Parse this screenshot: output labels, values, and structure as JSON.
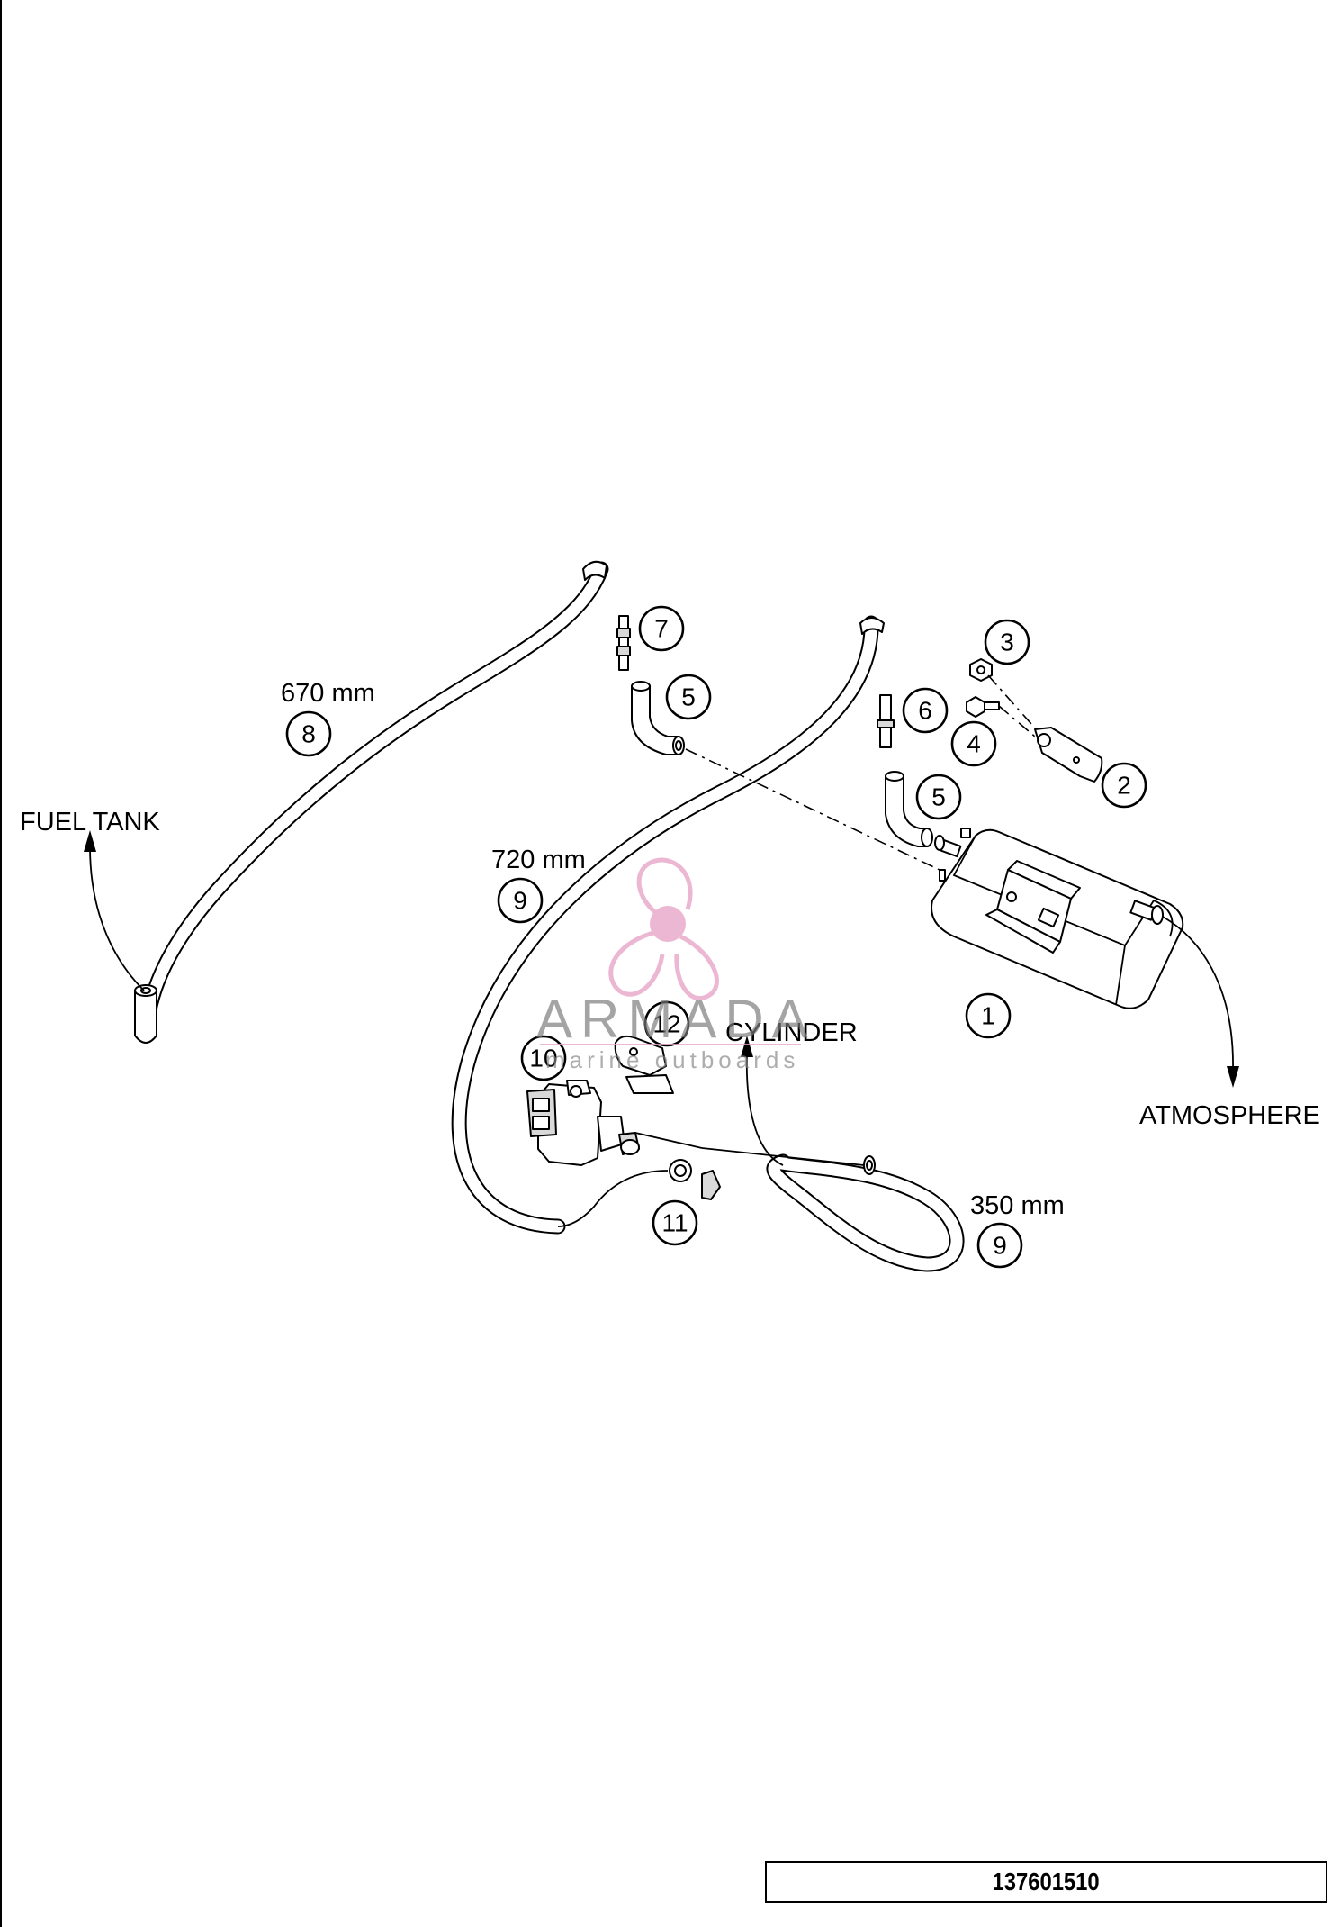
{
  "labels": {
    "fuel_tank": "FUEL TANK",
    "atmosphere": "ATMOSPHERE",
    "cylinder": "CYLINDER"
  },
  "lengths": {
    "hose_8": "670 mm",
    "hose_9_long": "720 mm",
    "hose_9_short": "350 mm"
  },
  "callouts": {
    "c1": "1",
    "c2": "2",
    "c3": "3",
    "c4": "4",
    "c5a": "5",
    "c5b": "5",
    "c6": "6",
    "c7": "7",
    "c8": "8",
    "c9a": "9",
    "c9b": "9",
    "c10": "10",
    "c11": "11",
    "c12": "12"
  },
  "watermark": {
    "brand": "ARMADA",
    "tagline": "marine outboards",
    "accent_color": "#e8a6c8"
  },
  "part_number": "137601510"
}
